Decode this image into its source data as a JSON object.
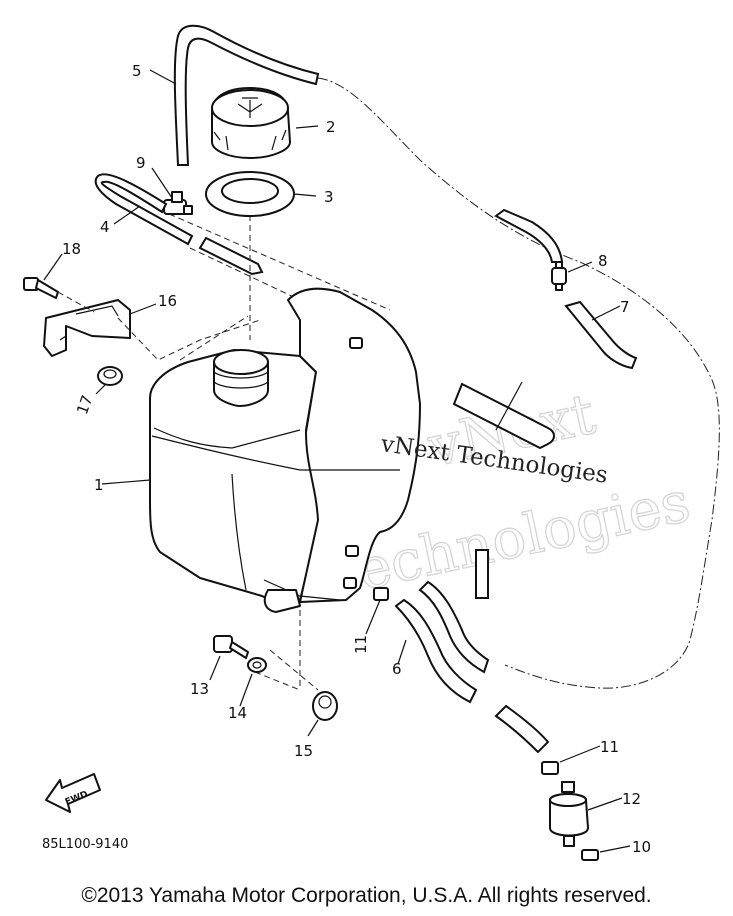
{
  "callouts": [
    {
      "id": "c1",
      "label": "1"
    },
    {
      "id": "c2",
      "label": "2"
    },
    {
      "id": "c3",
      "label": "3"
    },
    {
      "id": "c4",
      "label": "4"
    },
    {
      "id": "c5",
      "label": "5"
    },
    {
      "id": "c6",
      "label": "6"
    },
    {
      "id": "c7",
      "label": "7"
    },
    {
      "id": "c8",
      "label": "8"
    },
    {
      "id": "c9",
      "label": "9"
    },
    {
      "id": "c10",
      "label": "10"
    },
    {
      "id": "c11a",
      "label": "11"
    },
    {
      "id": "c11b",
      "label": "11"
    },
    {
      "id": "c12",
      "label": "12"
    },
    {
      "id": "c13",
      "label": "13"
    },
    {
      "id": "c14",
      "label": "14"
    },
    {
      "id": "c15",
      "label": "15"
    },
    {
      "id": "c16",
      "label": "16"
    },
    {
      "id": "c17",
      "label": "17"
    },
    {
      "id": "c18",
      "label": "18"
    }
  ],
  "fwd_arrow_label": "FWD",
  "diagram_code": "85L100-9140",
  "watermark": {
    "line1": "vNext Technologies",
    "big_top": "vNext",
    "big_bottom": "Technologies"
  },
  "copyright": "©2013 Yamaha Motor Corporation, U.S.A. All rights reserved."
}
